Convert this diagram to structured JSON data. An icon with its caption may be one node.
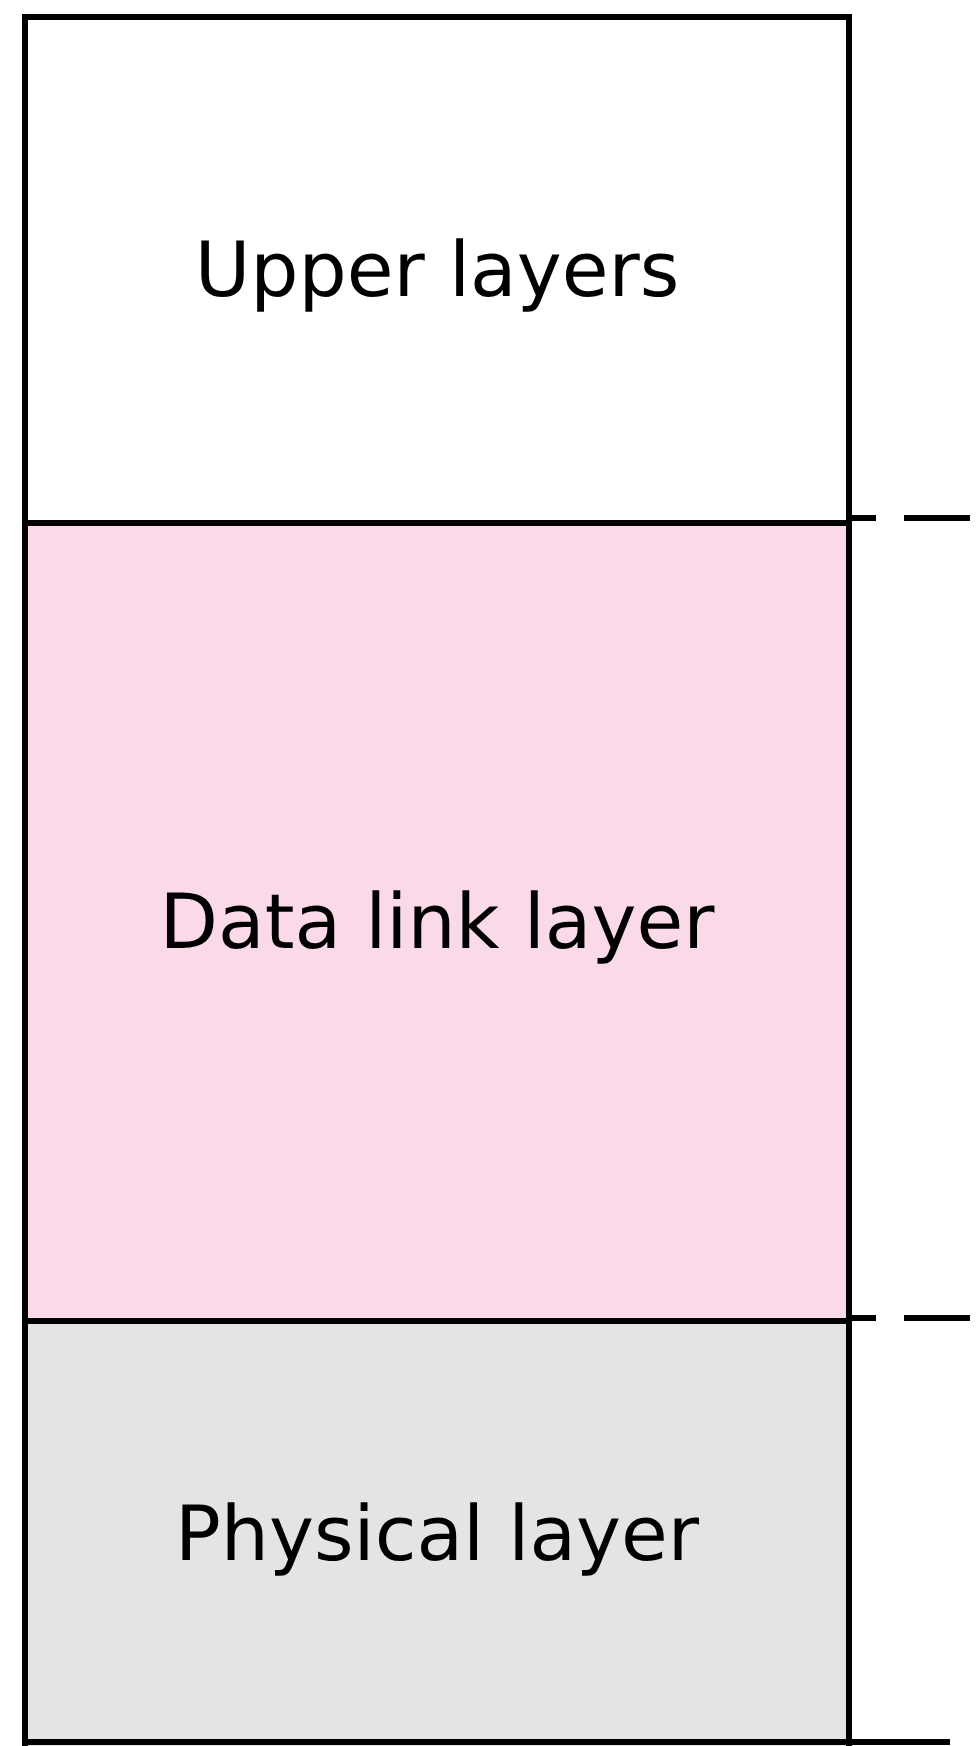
{
  "diagram": {
    "nodes": [
      {
        "text": [
          "Upper layers"
        ]
      },
      {
        "text": [
          "Data link layer"
        ]
      },
      {
        "text": [
          "Physical layer"
        ]
      }
    ]
  }
}
